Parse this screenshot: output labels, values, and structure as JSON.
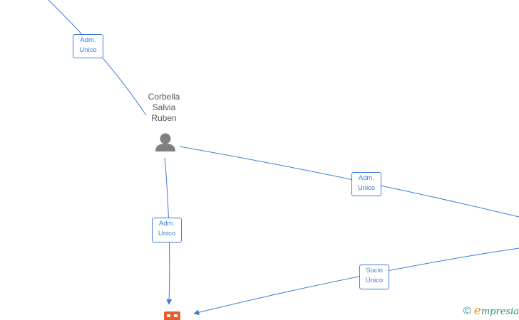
{
  "person": {
    "name_lines": [
      "Corbella",
      "Salvia",
      "Ruben"
    ]
  },
  "edges": [
    {
      "id": "e1",
      "label_lines": [
        "Adm.",
        "Unico"
      ]
    },
    {
      "id": "e2",
      "label_lines": [
        "Adm.",
        "Unico"
      ]
    },
    {
      "id": "e3",
      "label_lines": [
        "Adm.",
        "Unico"
      ]
    },
    {
      "id": "e4",
      "label_lines": [
        "Socio",
        "Único"
      ]
    }
  ],
  "watermark": {
    "symbol": "©",
    "brand_initial": "e",
    "brand_rest": "mpresia"
  },
  "colors": {
    "edge": "#3a7bd5",
    "person_icon": "#808080",
    "company_icon": "#ef5a28",
    "brand_teal": "#2a8a7a",
    "brand_orange": "#f29200"
  }
}
